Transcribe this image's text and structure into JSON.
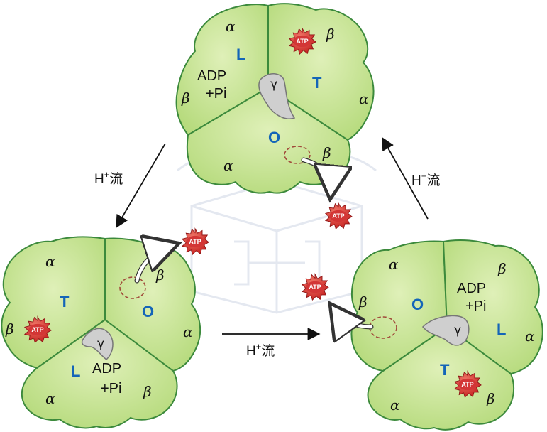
{
  "alpha": "α",
  "beta": "β",
  "gamma": "γ",
  "adp": "ADP",
  "pi": "+Pi",
  "atp": "ATP",
  "states": {
    "L": "L",
    "T": "T",
    "O": "O"
  },
  "flow": {
    "h": "H",
    "sup": "+",
    "text": "流"
  },
  "colors": {
    "lobe_fill": "#c8e39a",
    "lobe_stroke": "#3c8a3c",
    "state": "#1465b8",
    "atp": "#d83a3a",
    "release": "#a14a3a"
  }
}
